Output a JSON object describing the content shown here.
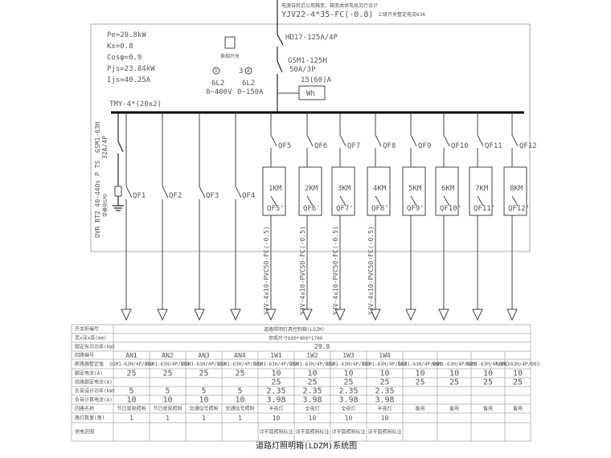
{
  "incoming": {
    "note": "电源自就近公用箱变，箱变由供电局另行设计",
    "cable": "YJV22-4*35-FC(-0.8)",
    "upstream": "上级开关整定电流63A",
    "main_switch": "HD17-125A/4P",
    "breaker": "GSM1-125H",
    "breaker_rating": "50A/3P",
    "meter_rating": "15(60)A",
    "meter": "Wh"
  },
  "params": [
    "Pe=29.8kW",
    "Kx=0.8",
    "Cosφ=0.9",
    "Pjs=23.84kW",
    "Ijs=40.25A"
  ],
  "instruments": {
    "switch_label": "换相开关",
    "voltmeter": {
      "symbol": "V",
      "type": "6L2",
      "range": "0~400V"
    },
    "ammeter": {
      "qty": "3",
      "symbol": "A",
      "type": "6L2",
      "range": "0~150A"
    }
  },
  "bus_label": "TMY-4*(20x2)",
  "spd": {
    "left": "OVR BT2 40-440s P TS",
    "mid": "带模块SPD",
    "right": "GSM1-63H",
    "right2": "32A/4P"
  },
  "feeder_cable": "YJV-4x10-PVC50-FC(-0.5)",
  "circuits": [
    {
      "qf": "QF1",
      "km": "",
      "qf2": "",
      "code": "AN1",
      "breaker": "GSM1-63H/4P/D03",
      "setting": "25",
      "wire": "",
      "power": "5",
      "current": "10",
      "name": "节日景观照明",
      "count": "1",
      "area": ""
    },
    {
      "qf": "QF2",
      "km": "",
      "qf2": "",
      "code": "AN2",
      "breaker": "GSM1-63H/4P/D03",
      "setting": "25",
      "wire": "",
      "power": "5",
      "current": "10",
      "name": "节日景观照明",
      "count": "1",
      "area": ""
    },
    {
      "qf": "QF3",
      "km": "",
      "qf2": "",
      "code": "AN3",
      "breaker": "GSM1-63H/4P/D03",
      "setting": "25",
      "wire": "",
      "power": "5",
      "current": "10",
      "name": "交通信号照明",
      "count": "1",
      "area": ""
    },
    {
      "qf": "QF4",
      "km": "",
      "qf2": "",
      "code": "AN4",
      "breaker": "GSM1-63H/4P/D03",
      "setting": "25",
      "wire": "",
      "power": "5",
      "current": "10",
      "name": "交通信号照明",
      "count": "1",
      "area": ""
    },
    {
      "qf": "QF5",
      "km": "1KM",
      "qf2": "QF5'",
      "code": "1W1",
      "breaker": "GSM1-63H/4P/D03",
      "setting": "10",
      "wire": "25",
      "power": "2.35",
      "current": "3.98",
      "name": "半夜灯",
      "count": "10",
      "area": "详平面照明标注"
    },
    {
      "qf": "QF6",
      "km": "2KM",
      "qf2": "QF6'",
      "code": "1W2",
      "breaker": "GSM1-63H/4P/D03",
      "setting": "10",
      "wire": "25",
      "power": "2.35",
      "current": "3.98",
      "name": "全夜灯",
      "count": "10",
      "area": "详平面照明标注"
    },
    {
      "qf": "QF7",
      "km": "3KM",
      "qf2": "QF7'",
      "code": "1W3",
      "breaker": "GSM1-63H/4P/D03",
      "setting": "10",
      "wire": "25",
      "power": "2.35",
      "current": "3.98",
      "name": "全夜灯",
      "count": "10",
      "area": "详平面照明标注"
    },
    {
      "qf": "QF8",
      "km": "4KM",
      "qf2": "QF8'",
      "code": "1W4",
      "breaker": "GSM1-63H/4P/D03",
      "setting": "10",
      "wire": "25",
      "power": "2.35",
      "current": "3.98",
      "name": "半夜灯",
      "count": "10",
      "area": "详平面照明标注"
    },
    {
      "qf": "QF9",
      "km": "5KM",
      "qf2": "QF9'",
      "code": "",
      "breaker": "GSM1-63H/4P/D03",
      "setting": "10",
      "wire": "25",
      "power": "",
      "current": "",
      "name": "备用",
      "count": "",
      "area": ""
    },
    {
      "qf": "QF10",
      "km": "6KM",
      "qf2": "QF10'",
      "code": "",
      "breaker": "GSM1-63H/4P/D03",
      "setting": "10",
      "wire": "25",
      "power": "",
      "current": "",
      "name": "备用",
      "count": "",
      "area": ""
    },
    {
      "qf": "QF11",
      "km": "7KM",
      "qf2": "QF11'",
      "code": "",
      "breaker": "GSM1-63H/4P/D03",
      "setting": "10",
      "wire": "25",
      "power": "",
      "current": "",
      "name": "备用",
      "count": "",
      "area": ""
    },
    {
      "qf": "QF12",
      "km": "8KM",
      "qf2": "QF12'",
      "code": "",
      "breaker": "GSM1-63H/4P/D03",
      "setting": "10",
      "wire": "25",
      "power": "",
      "current": "",
      "name": "备用",
      "count": "",
      "area": ""
    }
  ],
  "table": {
    "row_labels": [
      "开关柜编号",
      "宽x深x高(mm)",
      "额定有功功率(kW)",
      "回路编号",
      "断路器整定值",
      "额定电流(A)",
      "线路额定电流(A)",
      "负荷设计功率(kW)",
      "负荷计算电流(A)",
      "回路名称",
      "路灯数量(盏)",
      "供电范围"
    ],
    "cabinet_no": "道路照明灯具控制箱(LDZM)",
    "size": "参照尺寸600*400*1700",
    "rated_power": "29.8"
  },
  "caption": "道路灯照明箱(LDZM)系统图"
}
